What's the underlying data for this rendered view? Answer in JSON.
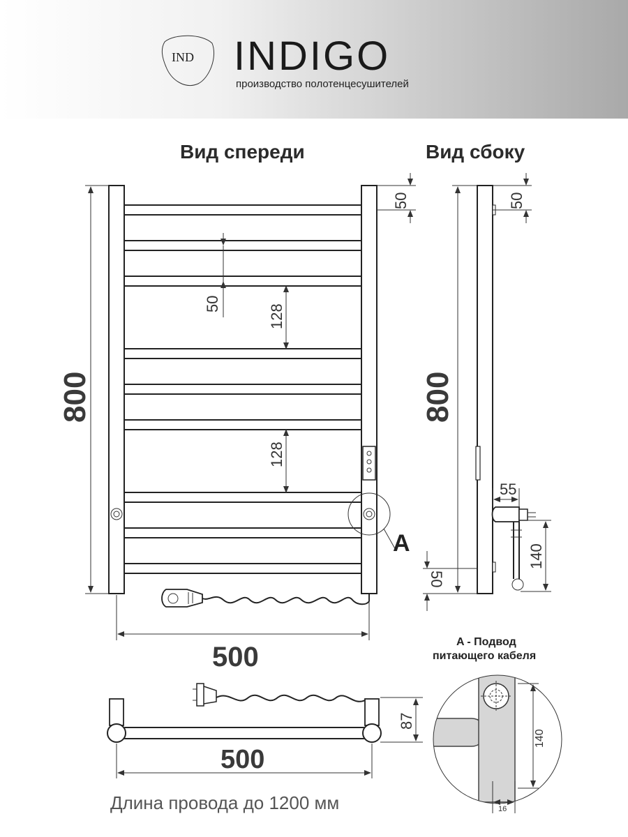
{
  "brand": {
    "logo_text": "IND",
    "name": "INDIGO",
    "tagline": "производство полотенцесушителей"
  },
  "views": {
    "front_title": "Вид спереди",
    "side_title": "Вид сбоку"
  },
  "dimensions": {
    "front_height": "800",
    "side_height": "800",
    "top_offset_front": "50",
    "top_offset_side": "50",
    "bar_gap": "50",
    "bar_spacing_upper": "128",
    "bar_spacing_lower": "128",
    "bottom_offset": "50",
    "side_depth": "55",
    "cable_height": "140",
    "front_width": "500",
    "top_view_width": "500",
    "top_view_depth": "87",
    "detail_height": "140",
    "detail_width": "16"
  },
  "detail": {
    "marker": "A",
    "title_line1": "A - Подвод",
    "title_line2": "питающего кабеля"
  },
  "footer": {
    "cable_length": "Длина провода до 1200 мм"
  }
}
